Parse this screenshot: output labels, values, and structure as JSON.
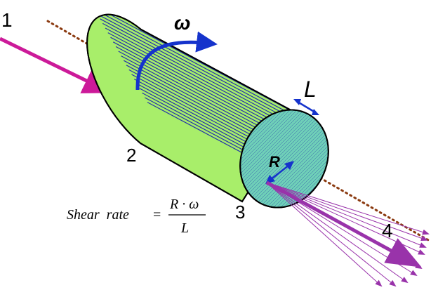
{
  "labels": {
    "point_1": "1",
    "point_2": "2",
    "point_3": "3",
    "point_4": "4",
    "omega": "ω",
    "length": "L",
    "radius": "R"
  },
  "formula": {
    "lhs": "Shear  rate",
    "equals": "=",
    "numerator": "R · ω",
    "denominator": "L"
  },
  "colors": {
    "beam": "#cc1a99",
    "scattered": "#9933aa",
    "axis_dots": "#8b3a10",
    "cylinder_fill": "#a8ee6a",
    "end_cap": "#6fd0b8",
    "stripes": "#2233aa",
    "arrow_blue": "#1533cc",
    "outline": "#000000"
  }
}
